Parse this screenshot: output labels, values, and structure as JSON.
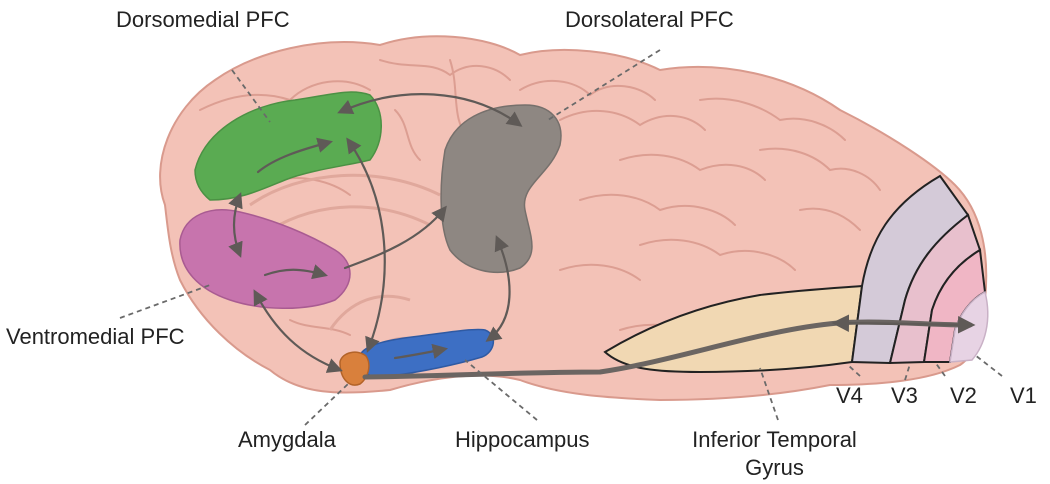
{
  "labels": {
    "dorsomedial": "Dorsomedial PFC",
    "dorsolateral": "Dorsolateral PFC",
    "ventromedial": "Ventromedial PFC",
    "amygdala": "Amygdala",
    "hippocampus": "Hippocampus",
    "it_line1": "Inferior Temporal",
    "it_line2": "Gyrus",
    "v4": "V4",
    "v3": "V3",
    "v2": "V2",
    "v1": "V1"
  },
  "colors": {
    "brain_fill": "#f3c2b7",
    "brain_outline": "#d99a8d",
    "gyri_lines": "#dc9e92",
    "dorsomedial": "#5aab52",
    "ventromedial": "#c774ad",
    "dorsolateral": "#8e8782",
    "hippocampus": "#3d6fc4",
    "amygdala": "#d9803c",
    "inferior_temporal": "#f1d8b3",
    "v4": "#d4cad8",
    "v3": "#e8c0cd",
    "v2": "#f0b6c5",
    "v1": "#e7d3e4",
    "arrows": "#5f5a57",
    "text": "#222222"
  }
}
